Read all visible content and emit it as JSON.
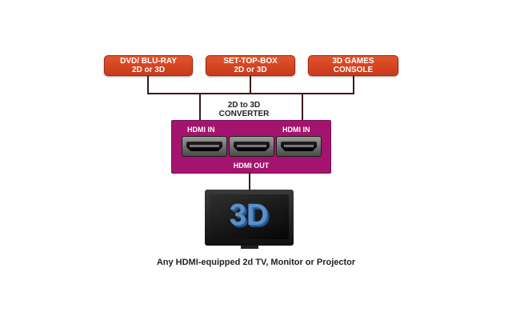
{
  "sources": [
    {
      "line1": "DVD/ BLU-RAY",
      "line2": "2D or 3D"
    },
    {
      "line1": "SET-TOP-BOX",
      "line2": "2D or 3D"
    },
    {
      "line1": "3D GAMES",
      "line2": "CONSOLE"
    }
  ],
  "converter": {
    "title_line1": "2D to 3D",
    "title_line2": "CONVERTER",
    "hdmi_in_left": "HDMI IN",
    "hdmi_in_right": "HDMI IN",
    "hdmi_out": "HDMI OUT"
  },
  "display": {
    "screen_text": "3D",
    "caption": "Any HDMI-equipped 2d TV, Monitor or Projector"
  },
  "colors": {
    "source_box": "#d9481f",
    "converter_box": "#a4146e",
    "connector_line": "#3a1a1a"
  }
}
